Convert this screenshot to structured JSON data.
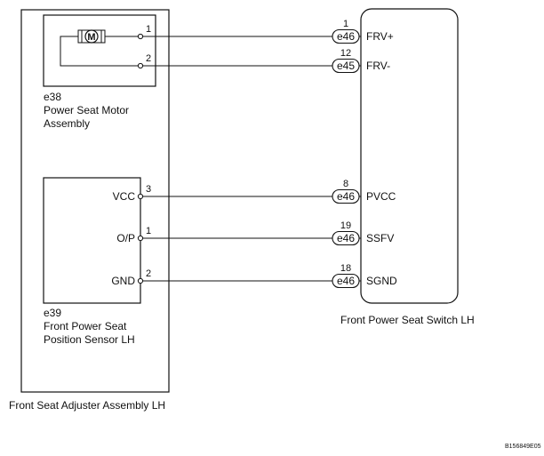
{
  "assemblies": {
    "adjuster": {
      "name": "Front Seat Adjuster Assembly LH"
    },
    "motor": {
      "code": "e38",
      "name_line1": "Power Seat Motor",
      "name_line2": "Assembly",
      "symbol": "M"
    },
    "sensor": {
      "code": "e39",
      "name_line1": "Front Power Seat",
      "name_line2": "Position Sensor LH"
    },
    "switch": {
      "name": "Front Power Seat Switch LH"
    }
  },
  "wires": [
    {
      "left_label": "",
      "left_pin": "1",
      "connector": "e46",
      "right_pin": "1",
      "signal": "FRV+"
    },
    {
      "left_label": "",
      "left_pin": "2",
      "connector": "e45",
      "right_pin": "12",
      "signal": "FRV-"
    },
    {
      "left_label": "VCC",
      "left_pin": "3",
      "connector": "e46",
      "right_pin": "8",
      "signal": "PVCC"
    },
    {
      "left_label": "O/P",
      "left_pin": "1",
      "connector": "e46",
      "right_pin": "19",
      "signal": "SSFV"
    },
    {
      "left_label": "GND",
      "left_pin": "2",
      "connector": "e46",
      "right_pin": "18",
      "signal": "SGND"
    }
  ],
  "figure_id": "B156849E05"
}
